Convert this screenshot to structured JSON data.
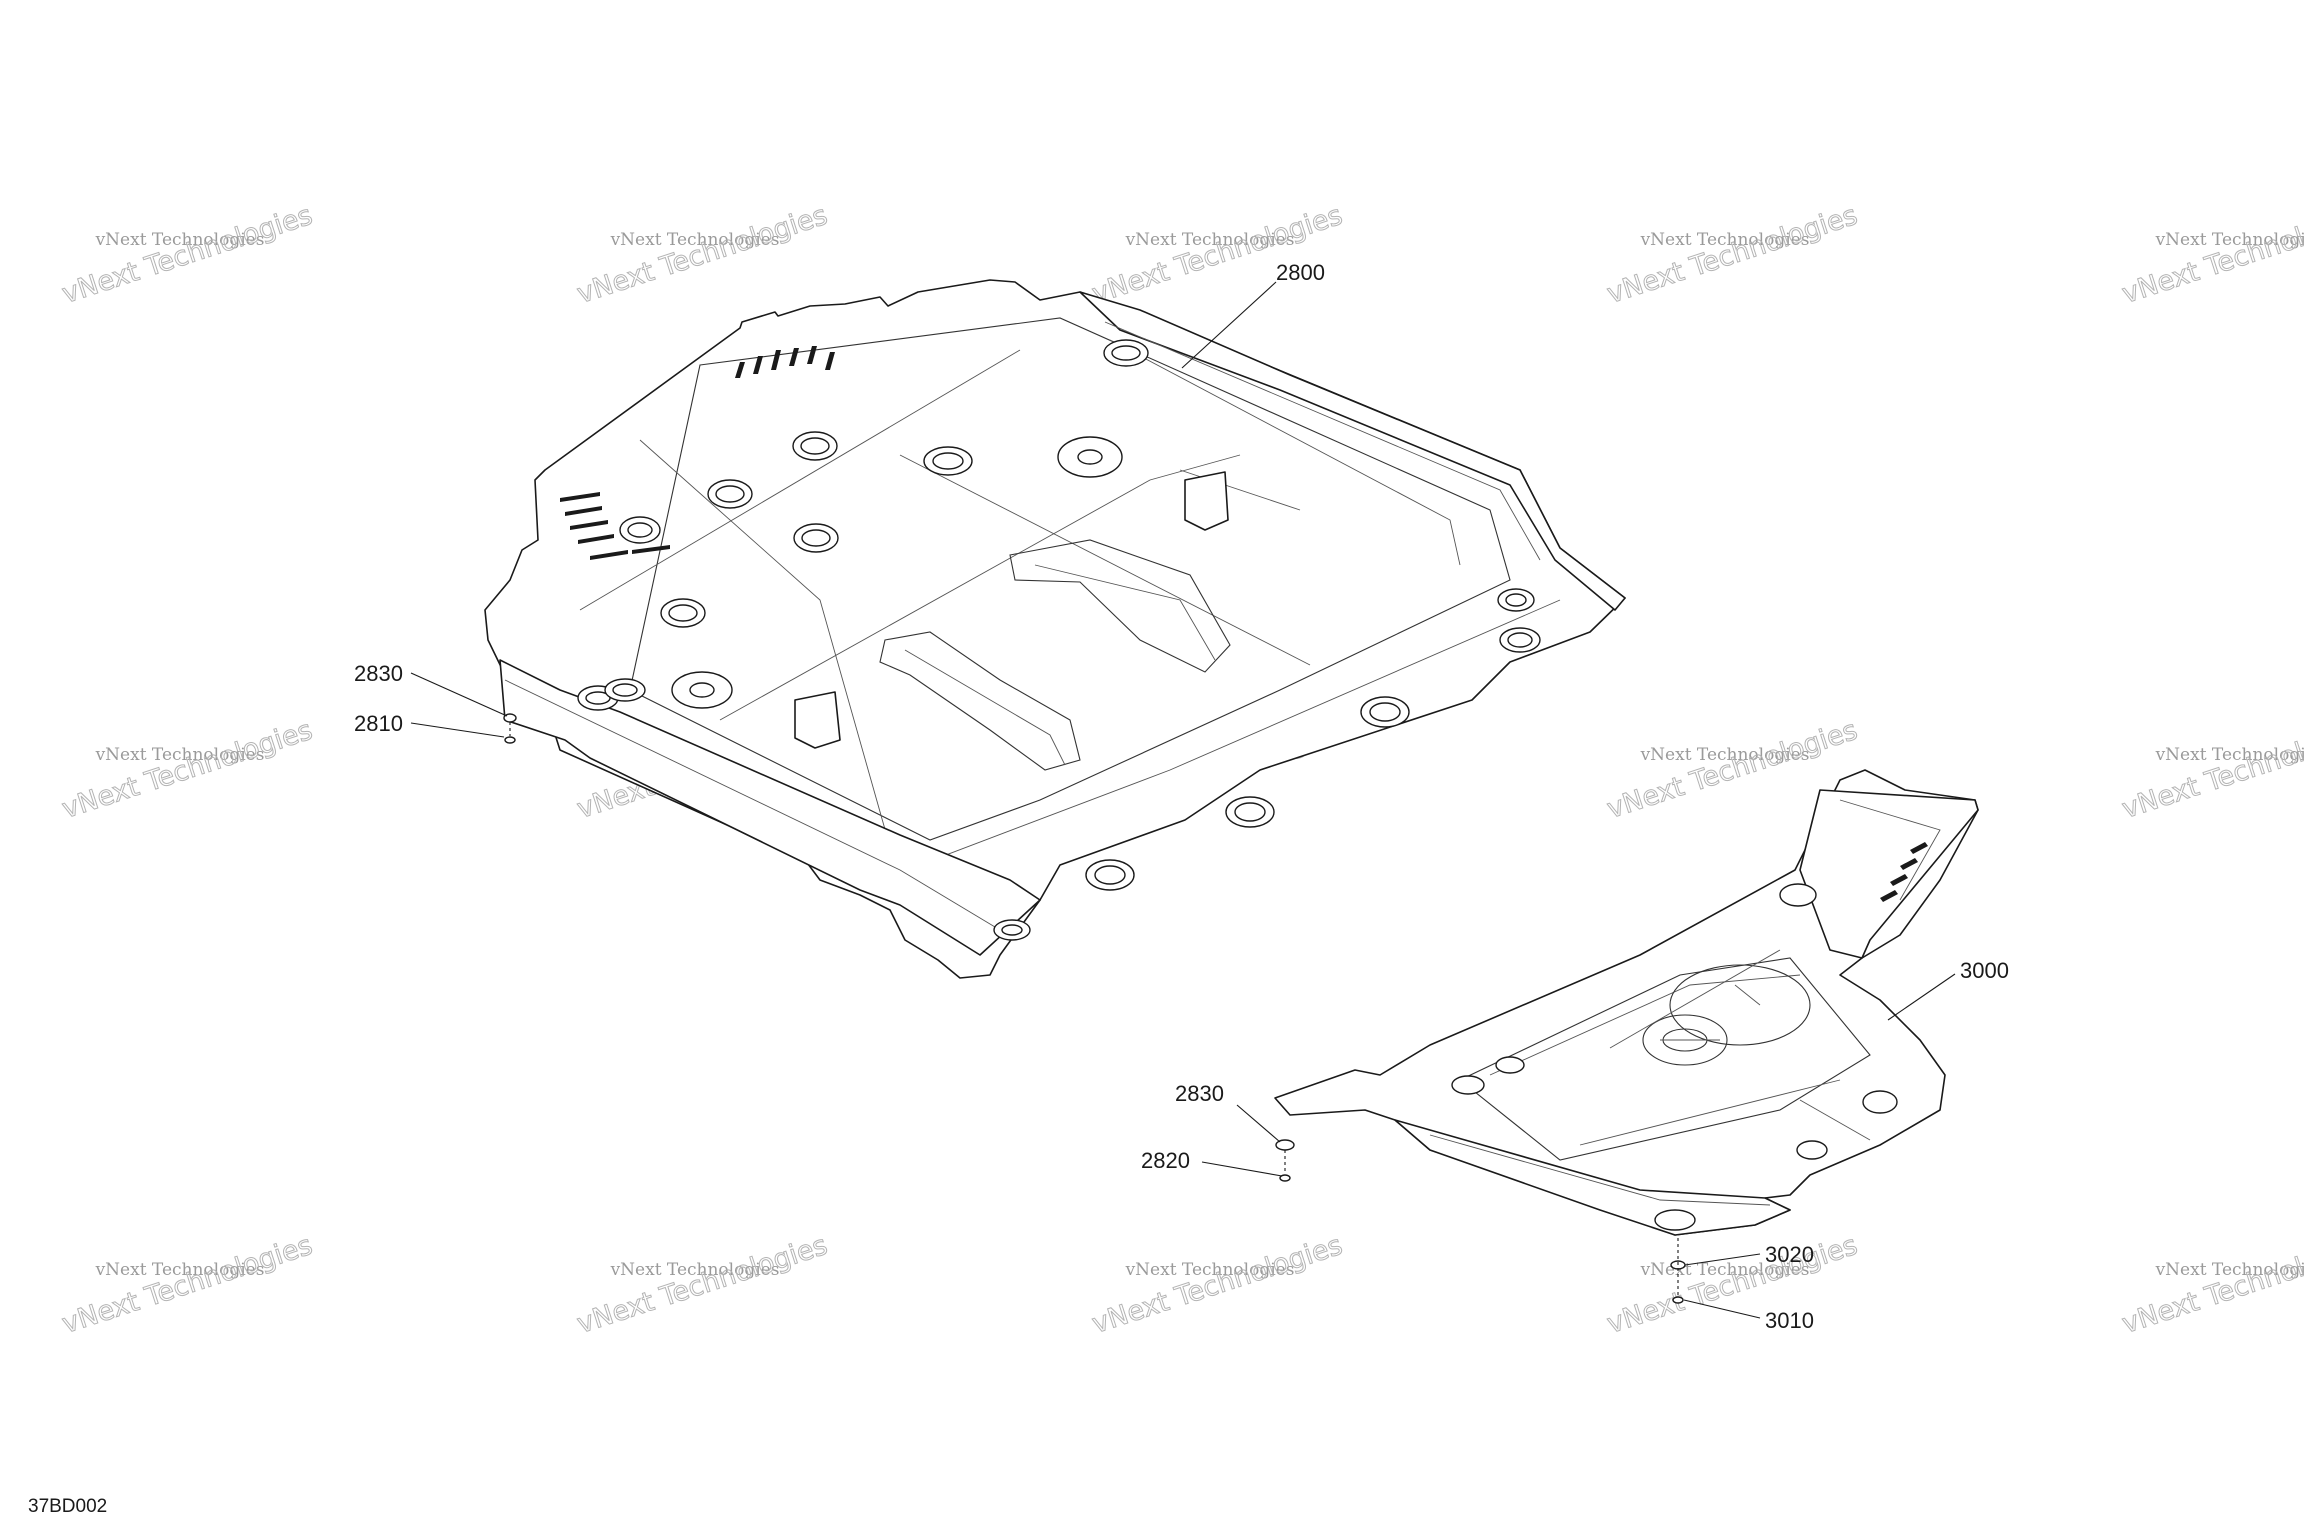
{
  "figure_code": "37BD002",
  "watermark": {
    "line1": "vNext Technologies",
    "line2": "vNext Technologies"
  },
  "callouts": [
    {
      "id": "2800",
      "label": "2800"
    },
    {
      "id": "2830a",
      "label": "2830"
    },
    {
      "id": "2810",
      "label": "2810"
    },
    {
      "id": "3000",
      "label": "3000"
    },
    {
      "id": "2830b",
      "label": "2830"
    },
    {
      "id": "2820",
      "label": "2820"
    },
    {
      "id": "3020",
      "label": "3020"
    },
    {
      "id": "3010",
      "label": "3010"
    }
  ]
}
